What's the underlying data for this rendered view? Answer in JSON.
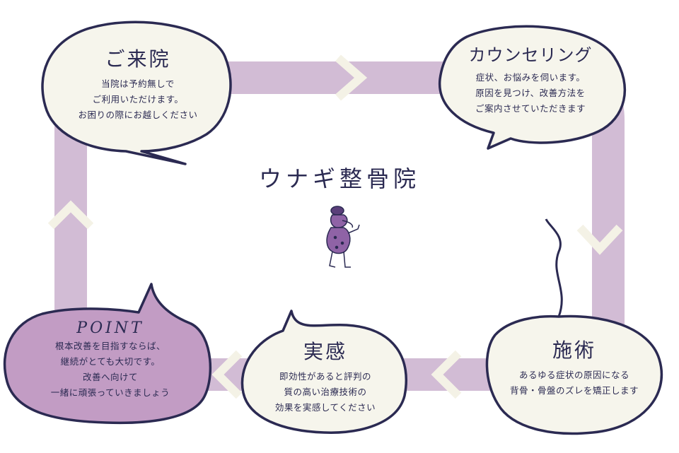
{
  "center": {
    "title": "ウナギ整骨院"
  },
  "steps": {
    "visit": {
      "title": "ご来院",
      "lines": [
        "当院は予約無しで",
        "ご利用いただけます。",
        "お困りの際にお越しください"
      ]
    },
    "counseling": {
      "title": "カウンセリング",
      "lines": [
        "症状、お悩みを伺います。",
        "原因を見つけ、改善方法を",
        "ご案内させていただきます"
      ]
    },
    "treatment": {
      "title": "施術",
      "lines": [
        "あるゆる症状の原因になる",
        "背骨・骨盤のズレを矯正します"
      ]
    },
    "results": {
      "title": "実感",
      "lines": [
        "即効性があると評判の",
        "質の高い治療技術の",
        "効果を実感してください"
      ]
    },
    "point": {
      "title": "POINT",
      "lines": [
        "根本改善を目指すならば、",
        "継続がとても大切です。",
        "改善へ向けて",
        "一緒に頑張っていきましょう"
      ]
    }
  },
  "colors": {
    "loop": "#d2bcd5",
    "chevron": "#f4f2e6",
    "bubble_fill": "#f6f5ec",
    "point_fill": "#c29cc4",
    "ink": "#2b2a52",
    "mascot_body": "#8f63a6"
  },
  "icons": {
    "mascot": "eel-mascot-icon",
    "flow_arrow": "chevron-arrow-icon"
  }
}
